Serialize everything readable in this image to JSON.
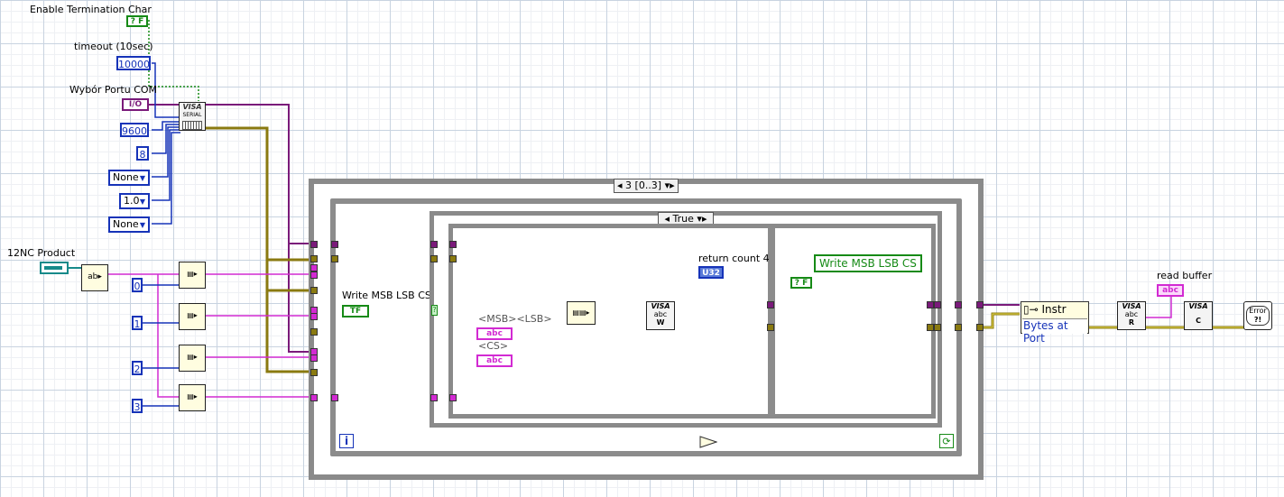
{
  "controls": {
    "enable_term_char": {
      "label": "Enable Termination Char",
      "value": "? F"
    },
    "timeout": {
      "label": "timeout (10sec)",
      "value": "10000"
    },
    "com_port": {
      "label": "Wybór Portu COM",
      "value": "I/O"
    },
    "baud": "9600",
    "data_bits": "8",
    "parity": "None",
    "stop_bits": "1.0",
    "flow": "None",
    "product": {
      "label": "12NC Product"
    },
    "indices": [
      "0",
      "1",
      "2",
      "3"
    ]
  },
  "visa_serial": {
    "line1": "VISA",
    "line2": "SERIAL"
  },
  "sequence": {
    "selector": "3 [0..3]"
  },
  "case": {
    "selector": "True"
  },
  "loop": {
    "iteration": "i",
    "stop_icon": "loop-condition-icon"
  },
  "inner": {
    "write_label": "Write MSB LSB CS",
    "write_bool": "TF",
    "fmt_msb_lsb": "<MSB><LSB>",
    "fmt_cs": "<CS>",
    "abc": "abc",
    "return_count": "return count 4",
    "u32": "U32",
    "write_const": "Write MSB LSB CS",
    "false_const": "? F"
  },
  "visa_write": {
    "top": "VISA",
    "mid": "abc",
    "bot": "W"
  },
  "property_node": {
    "class": "Instr",
    "prop": "Bytes at Port"
  },
  "visa_read": {
    "top": "VISA",
    "mid": "abc",
    "bot": "R"
  },
  "read_buffer": {
    "label": "read buffer",
    "value": "abc"
  },
  "visa_close": {
    "top": "VISA",
    "bot": "C"
  },
  "error_out": {
    "line1": "Error",
    "line2": "?!"
  },
  "colors": {
    "wire_pink": "#d22ad2",
    "wire_purple": "#7a1a7a",
    "wire_error": "#c8b400",
    "wire_blue": "#1633b8",
    "wire_green": "#168a16"
  }
}
